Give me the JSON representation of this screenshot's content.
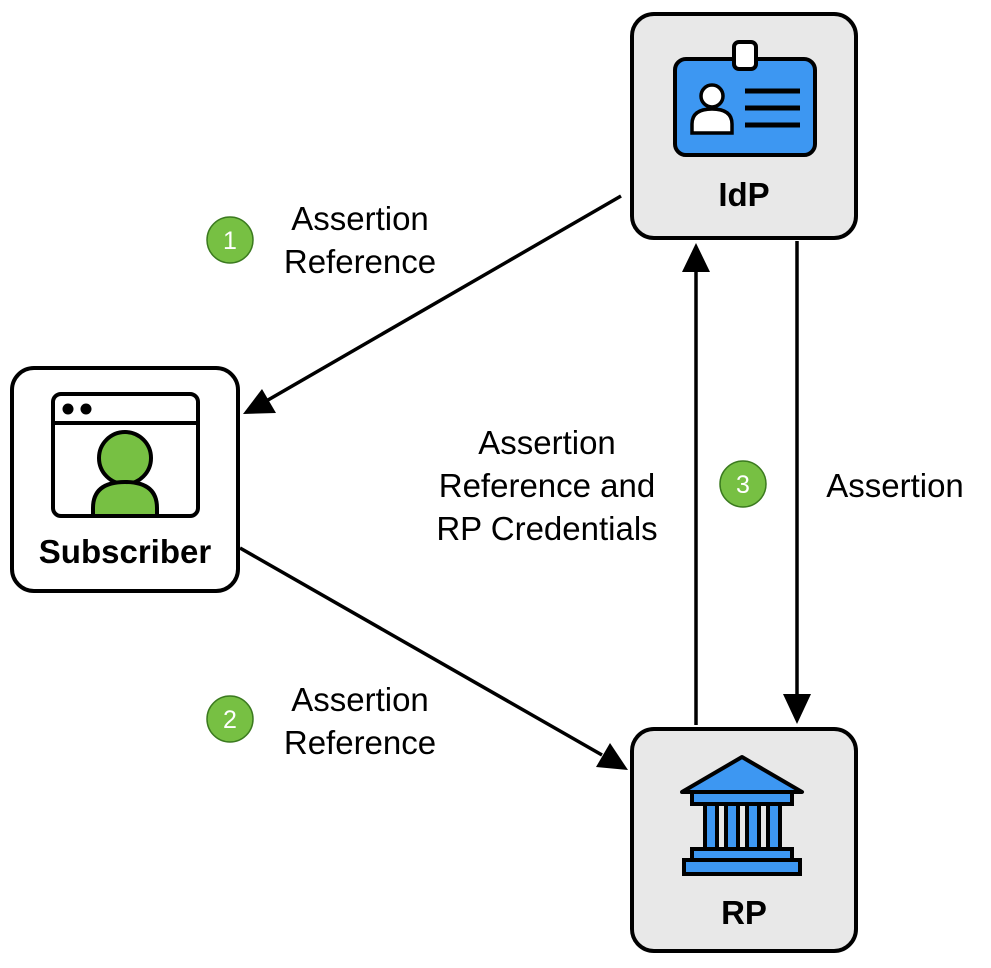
{
  "nodes": {
    "idp": {
      "label": "IdP",
      "icon": "id-card-icon"
    },
    "subscriber": {
      "label": "Subscriber",
      "icon": "browser-user-icon"
    },
    "rp": {
      "label": "RP",
      "icon": "bank-building-icon"
    }
  },
  "flows": {
    "step1": {
      "number": "1",
      "line1": "Assertion",
      "line2": "Reference"
    },
    "step2": {
      "number": "2",
      "line1": "Assertion",
      "line2": "Reference"
    },
    "step3": {
      "number": "3",
      "request_line1": "Assertion",
      "request_line2": "Reference and",
      "request_line3": "RP Credentials",
      "response": "Assertion"
    }
  },
  "colors": {
    "node_fill_gray": "#e8e8e8",
    "node_fill_white": "#ffffff",
    "stroke": "#000000",
    "accent_blue": "#3d97f2",
    "badge_green": "#77c043",
    "person_green": "#77c043"
  }
}
